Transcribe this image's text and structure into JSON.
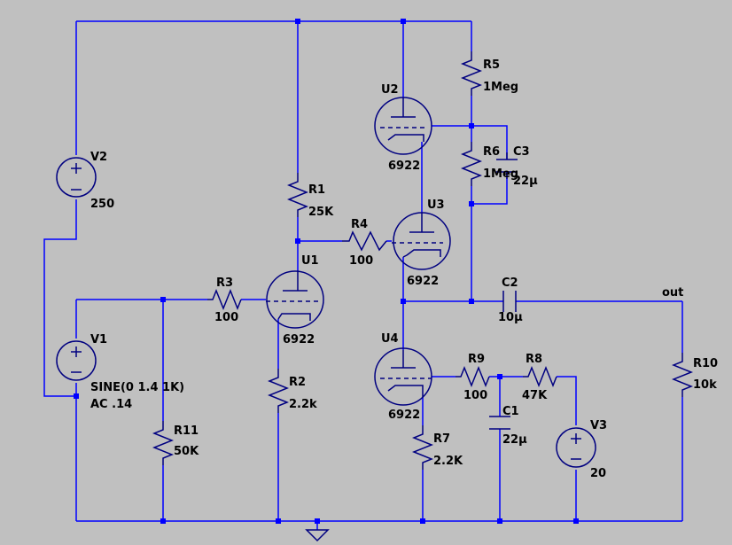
{
  "labels": {
    "v1_name": "V1",
    "v1_value": "SINE(0 1.4 1K)",
    "v1_ac": "AC .14",
    "v2_name": "V2",
    "v2_value": "250",
    "v3_name": "V3",
    "v3_value": "20",
    "r1_name": "R1",
    "r1_value": "25K",
    "r2_name": "R2",
    "r2_value": "2.2k",
    "r3_name": "R3",
    "r3_value": "100",
    "r4_name": "R4",
    "r4_value": "100",
    "r5_name": "R5",
    "r5_value": "1Meg",
    "r6_name": "R6",
    "r6_value": "1Meg",
    "r7_name": "R7",
    "r7_value": "2.2K",
    "r8_name": "R8",
    "r8_value": "47K",
    "r9_name": "R9",
    "r9_value": "100",
    "r10_name": "R10",
    "r10_value": "10k",
    "r11_name": "R11",
    "r11_value": "50K",
    "c1_name": "C1",
    "c1_value": "22µ",
    "c2_name": "C2",
    "c2_value": "10µ",
    "c3_name": "C3",
    "c3_value": "22µ",
    "u1_name": "U1",
    "u1_value": "6922",
    "u2_name": "U2",
    "u2_value": "6922",
    "u3_name": "U3",
    "u3_value": "6922",
    "u4_name": "U4",
    "u4_value": "6922",
    "out_label": "out"
  },
  "colors": {
    "background": "#c0c0c0",
    "wire": "#0000ff",
    "component": "#000080",
    "text": "#000000"
  }
}
